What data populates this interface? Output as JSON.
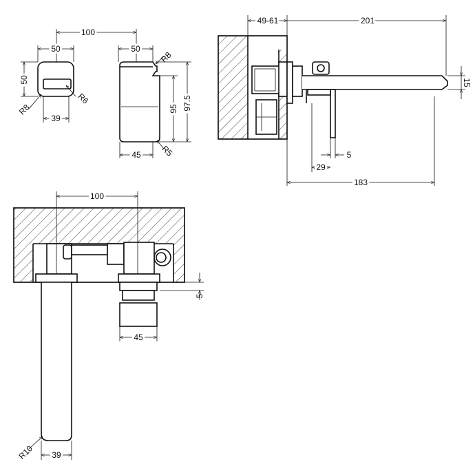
{
  "labels": {
    "front_overall_width": "100",
    "front_handle_width": "50",
    "front_handle_height": "50",
    "front_handle_radius_left": "R8",
    "front_handle_radius_right": "R6",
    "front_handle_bottom_width": "39",
    "side_handle_width": "50",
    "side_handle_radius": "R8",
    "side_body_height": "95",
    "side_overall_height": "97.5",
    "side_body_width": "45",
    "side_body_radius": "R5",
    "wall_depth_range": "49-61",
    "spout_length": "201",
    "spout_end_thickness": "15",
    "plate_thickness": "5",
    "handle_offset": "29",
    "projection": "183",
    "plan_centres": "100",
    "plan_plate_gap": "5",
    "plan_handle_width": "45",
    "spout_radius": "R10",
    "spout_width": "39"
  },
  "colors": {
    "line": "#111111",
    "background": "#ffffff"
  }
}
